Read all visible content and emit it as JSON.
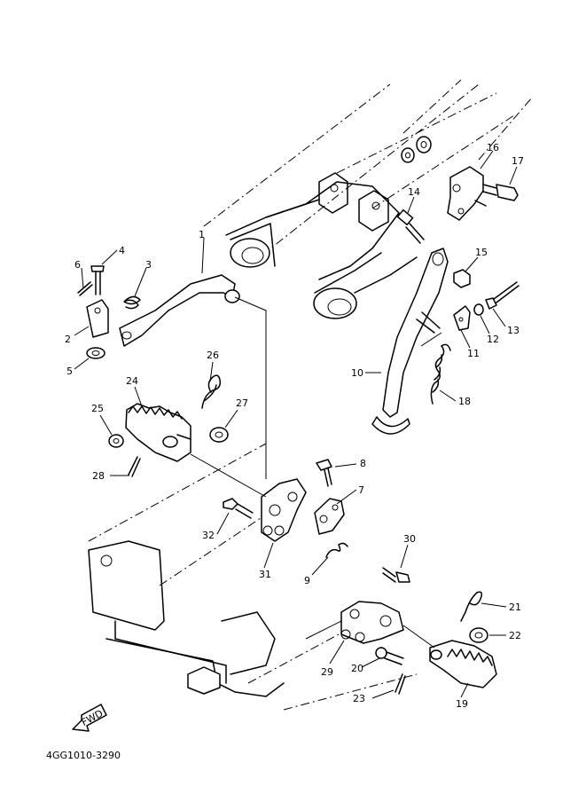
{
  "diagram": {
    "code": "4GG1010-3290",
    "fwd_label": "FWD",
    "callouts": [
      {
        "id": "c1",
        "label": "1"
      },
      {
        "id": "c2",
        "label": "2"
      },
      {
        "id": "c3",
        "label": "3"
      },
      {
        "id": "c4",
        "label": "4"
      },
      {
        "id": "c5",
        "label": "5"
      },
      {
        "id": "c6",
        "label": "6"
      },
      {
        "id": "c7",
        "label": "7"
      },
      {
        "id": "c8",
        "label": "8"
      },
      {
        "id": "c9",
        "label": "9"
      },
      {
        "id": "c10",
        "label": "10"
      },
      {
        "id": "c11",
        "label": "11"
      },
      {
        "id": "c12",
        "label": "12"
      },
      {
        "id": "c13",
        "label": "13"
      },
      {
        "id": "c14",
        "label": "14"
      },
      {
        "id": "c15",
        "label": "15"
      },
      {
        "id": "c16",
        "label": "16"
      },
      {
        "id": "c17",
        "label": "17"
      },
      {
        "id": "c18",
        "label": "18"
      },
      {
        "id": "c19",
        "label": "19"
      },
      {
        "id": "c20",
        "label": "20"
      },
      {
        "id": "c21",
        "label": "21"
      },
      {
        "id": "c22",
        "label": "22"
      },
      {
        "id": "c23",
        "label": "23"
      },
      {
        "id": "c24",
        "label": "24"
      },
      {
        "id": "c25",
        "label": "25"
      },
      {
        "id": "c26",
        "label": "26"
      },
      {
        "id": "c27",
        "label": "27"
      },
      {
        "id": "c28",
        "label": "28"
      },
      {
        "id": "c29",
        "label": "29"
      },
      {
        "id": "c30",
        "label": "30"
      },
      {
        "id": "c31",
        "label": "31"
      },
      {
        "id": "c32",
        "label": "32"
      }
    ]
  }
}
